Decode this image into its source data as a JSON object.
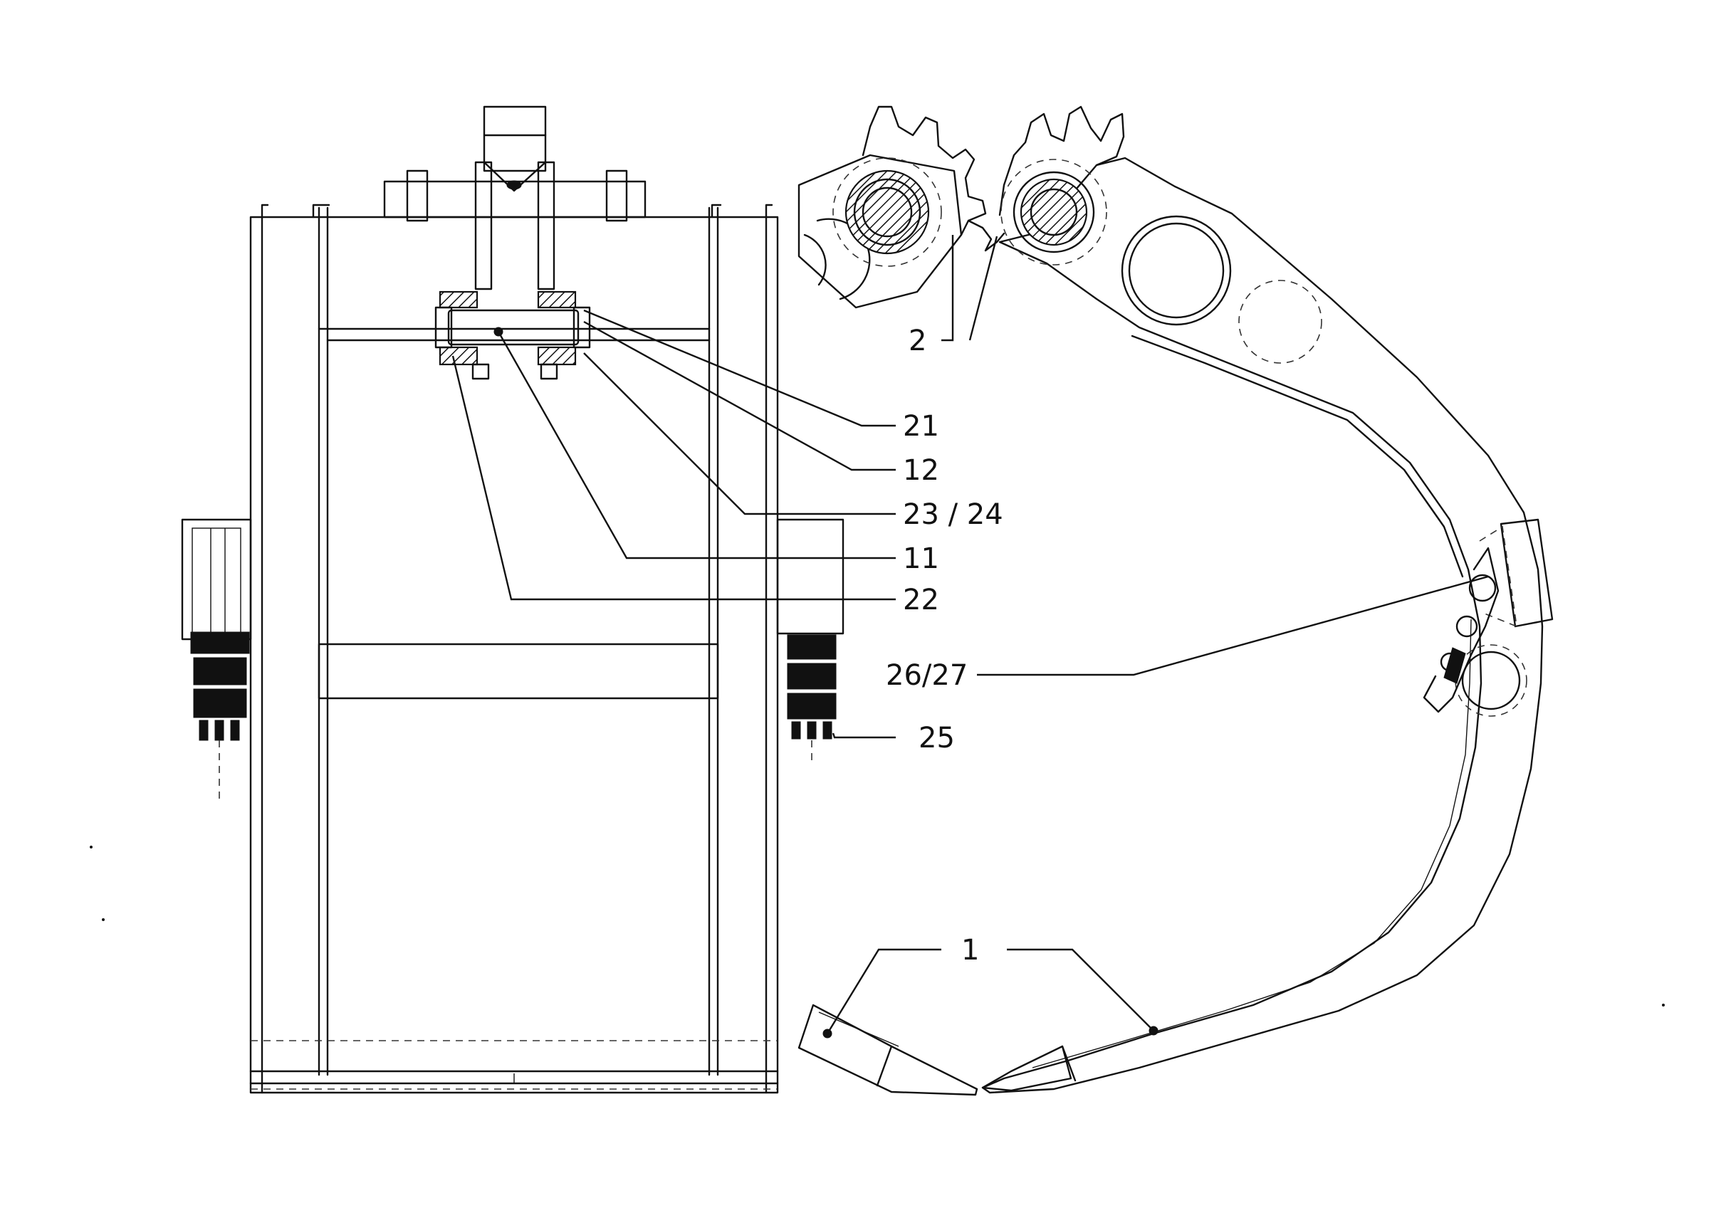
{
  "callouts": {
    "c1": "1",
    "c2": "2",
    "c11": "11",
    "c12": "12",
    "c21": "21",
    "c22": "22",
    "c23_24": "23 / 24",
    "c25": "25",
    "c26_27": "26/27"
  }
}
